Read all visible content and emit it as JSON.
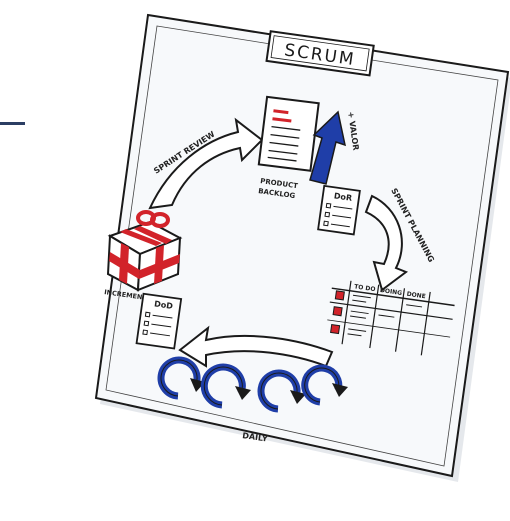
{
  "diagram": {
    "title": "SCRUM",
    "labels": {
      "sprint_review": "SPRINT REVIEW",
      "product_backlog_line1": "PRODUCT",
      "product_backlog_line2": "BACKLOG",
      "valor": "+ VALOR",
      "sprint_planning": "SPRINT PLANNING",
      "increment": "INCREMENTO",
      "dod": "DoD",
      "dor": "DoR",
      "daily": "DAILY"
    },
    "board_columns": [
      "TO DO",
      "DOING",
      "DONE"
    ]
  },
  "colors": {
    "ink": "#1a1a1a",
    "paper": "#f7f9fb",
    "accent_red": "#d2232a",
    "accent_blue": "#1f3ea8",
    "heading_bar": "#2b3e63"
  }
}
